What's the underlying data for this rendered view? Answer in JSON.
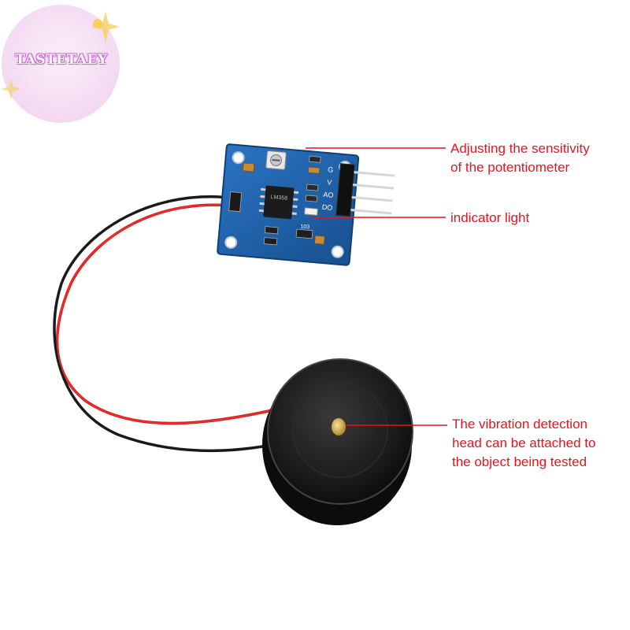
{
  "watermark": {
    "text": "TASTETAEY"
  },
  "board": {
    "chip_label": "LM358",
    "resistor_label": "103",
    "pin_labels": [
      "G",
      "V",
      "AO",
      "DO"
    ]
  },
  "annotations": {
    "sensitivity": {
      "line1": "Adjusting the sensitivity",
      "line2": "of the potentiometer"
    },
    "indicator": {
      "text": "indicator light"
    },
    "detection": {
      "line1": "The vibration detection",
      "line2": "head can be attached to",
      "line3": "the object being tested"
    }
  },
  "colors": {
    "annotation": "#e8141c",
    "pcb": "#1c5fa8",
    "wire_red": "#e01a1a",
    "wire_black": "#1a1a1a",
    "watermark": "#c86ad2"
  }
}
